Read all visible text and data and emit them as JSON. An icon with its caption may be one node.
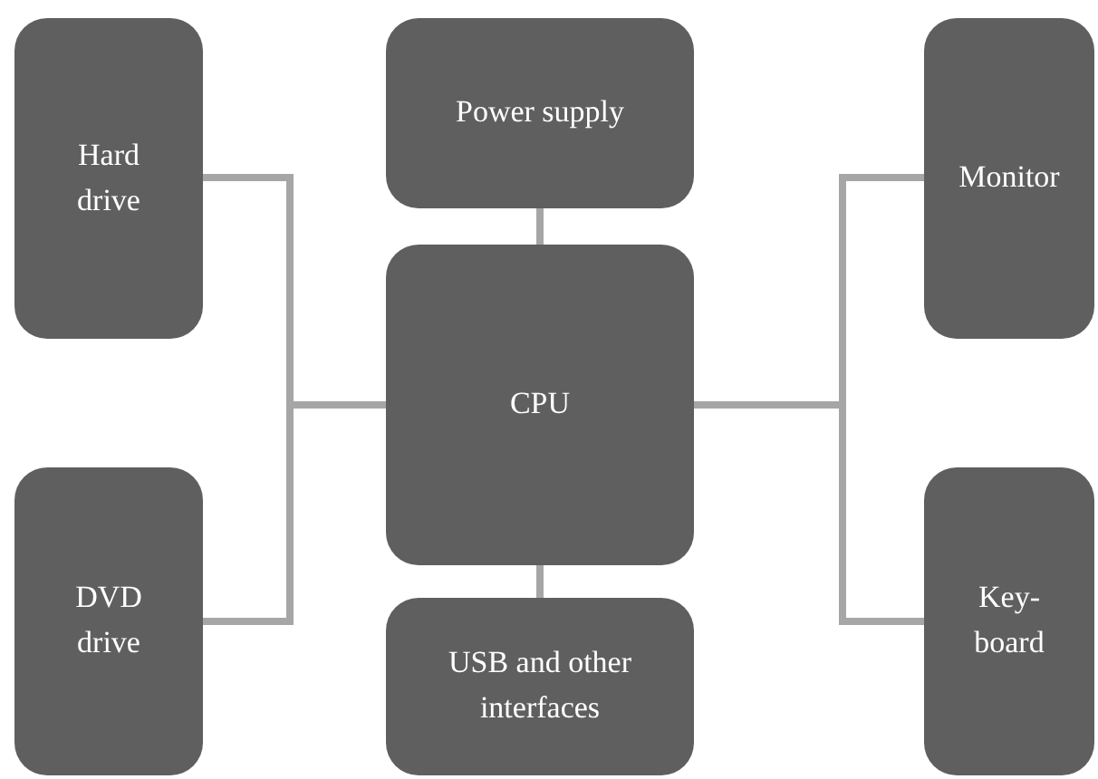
{
  "diagram": {
    "nodes": [
      {
        "text": [
          "Hard drive"
        ]
      },
      {
        "text": [
          "DVD drive"
        ]
      },
      {
        "text": [
          "Power supply"
        ]
      },
      {
        "text": [
          "CPU"
        ]
      },
      {
        "text": [
          "USB and other interfaces"
        ]
      },
      {
        "text": [
          "Monitor"
        ]
      },
      {
        "text": [
          "Key- board"
        ]
      }
    ],
    "edges": [
      {
        "from": 0,
        "to": 3,
        "arrow": "none"
      },
      {
        "from": 1,
        "to": 3,
        "arrow": "none"
      },
      {
        "from": 2,
        "to": 3,
        "arrow": "none"
      },
      {
        "from": 4,
        "to": 3,
        "arrow": "none"
      },
      {
        "from": 5,
        "to": 3,
        "arrow": "none"
      },
      {
        "from": 6,
        "to": 3,
        "arrow": "none"
      }
    ]
  }
}
